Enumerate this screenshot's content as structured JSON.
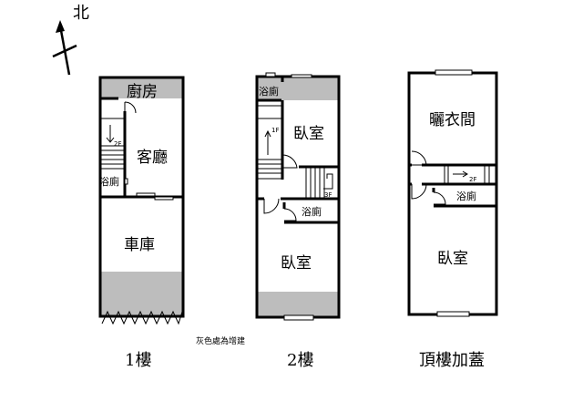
{
  "north": {
    "label": "北"
  },
  "floors": [
    {
      "caption": "1樓",
      "rooms": {
        "kitchen": "廚房",
        "living": "客廳",
        "bath": "浴廁",
        "garage": "車庫",
        "stair": "2F"
      }
    },
    {
      "caption": "2樓",
      "rooms": {
        "bath_top": "浴廁",
        "bedroom_top": "臥室",
        "bath": "浴廁",
        "bedroom_bottom": "臥室",
        "stair_down": "1F",
        "stair_up": "3F"
      }
    },
    {
      "caption": "頂樓加蓋",
      "rooms": {
        "closet": "曬衣間",
        "bath": "浴廁",
        "bedroom": "臥室",
        "stair": "2F"
      }
    }
  ],
  "note": "灰色處為增建",
  "colors": {
    "added_area": "#bdbdbd"
  }
}
